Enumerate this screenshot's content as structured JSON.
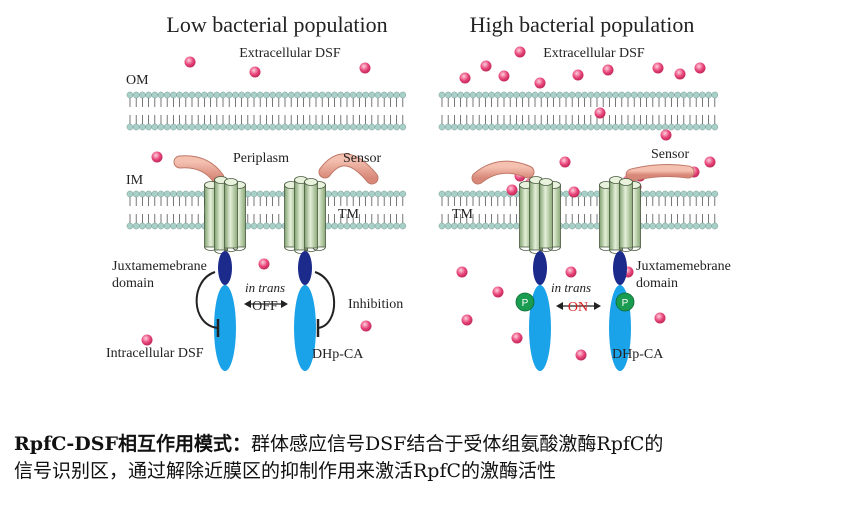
{
  "panels": {
    "left": {
      "title": "Low bacterial population",
      "extracellular": "Extracellular DSF",
      "om": "OM",
      "im": "IM",
      "periplasm": "Periplasm",
      "sensor": "Sensor",
      "tm": "TM",
      "juxta": "Juxtamemebrane",
      "domain": "domain",
      "in_trans": "in trans",
      "state": "OFF",
      "inhibition": "Inhibition",
      "intracellular": "Intracellular DSF",
      "dhp": "DHp-CA"
    },
    "right": {
      "title": "High bacterial population",
      "extracellular": "Extracellular DSF",
      "sensor": "Sensor",
      "tm": "TM",
      "juxta": "Juxtamemebrane",
      "domain": "domain",
      "in_trans": "in trans",
      "state": "ON",
      "phospho": "P",
      "dhp": "DHp-CA"
    }
  },
  "caption": {
    "bold": "RpfC-DSF相互作用模式：",
    "line1": "群体感应信号DSF结合于受体组氨酸激酶RpfC的",
    "line2": "信号识别区，通过解除近膜区的抑制作用来激活RpfC的激酶活性"
  },
  "colors": {
    "lipid_head": "#a8d0c8",
    "dsf": "#e8457a",
    "sensor": "#e8a090",
    "helix": "#c8dcb8",
    "juxta_domain": "#1c2a8c",
    "dhp_domain": "#1aa3e8",
    "phospho": "#1a9c50",
    "on_text": "#d62020"
  }
}
